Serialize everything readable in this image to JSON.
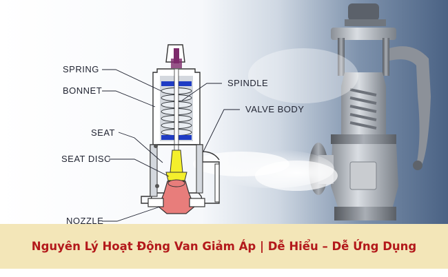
{
  "labels": {
    "spring": "SPRING",
    "bonnet": "BONNET",
    "seat": "SEAT",
    "seat_disc": "SEAT DISC",
    "nozzle": "NOZZLE",
    "spindle": "SPINDLE",
    "valve_body": "VALVE BODY"
  },
  "banner": {
    "title": "Nguyên Lý Hoạt Động Van Giảm Áp | Dễ Hiểu – Dễ Ứng Dụng"
  },
  "colors": {
    "banner_bg": "#f3e6b8",
    "banner_text": "#b3191b",
    "spring_blue": "#1f3cc4",
    "spindle_yellow": "#f4ef2c",
    "nozzle_pink": "#e87d7b",
    "cap_purple": "#7d2a6b",
    "steam_white": "#ffffff"
  }
}
